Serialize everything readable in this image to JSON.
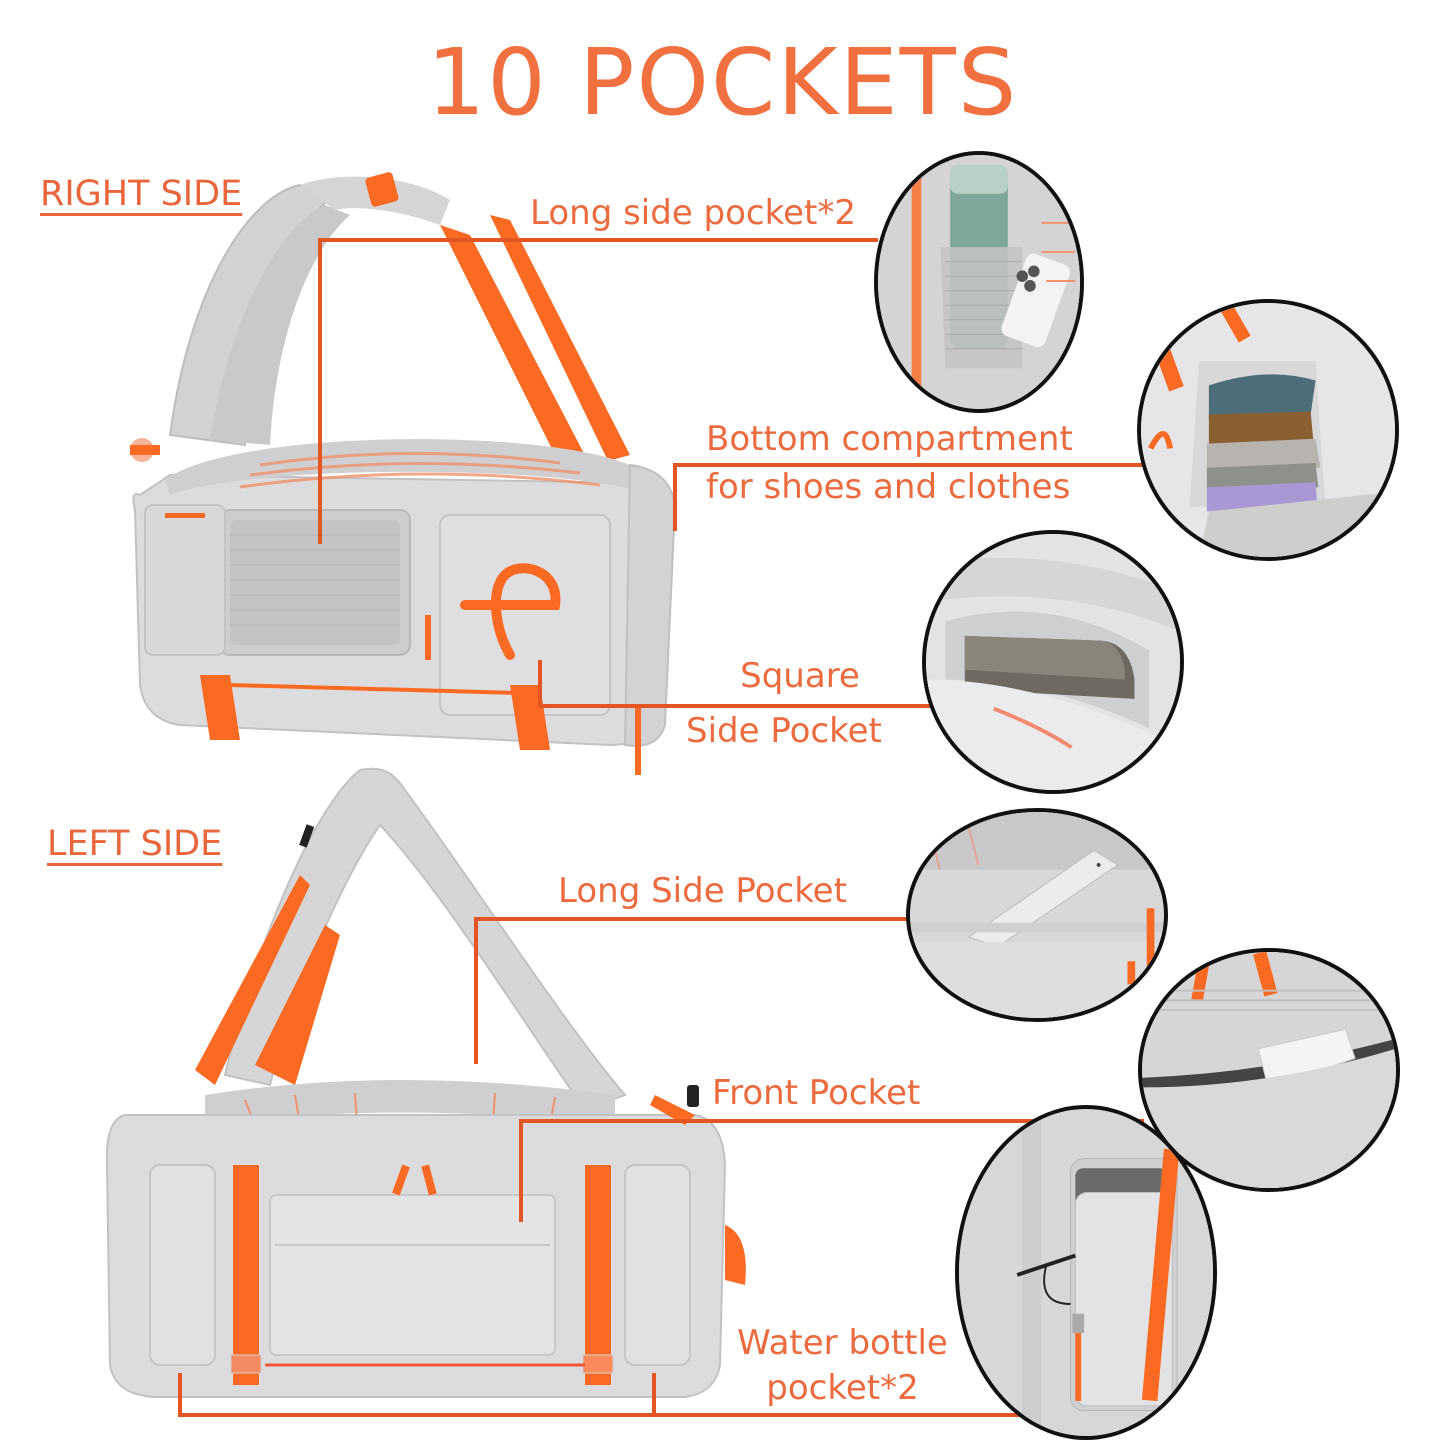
{
  "header": {
    "title": "10 POCKETS"
  },
  "colors": {
    "accent": "#f0703f",
    "callout_line": "#e35624",
    "bag_gray": "#d9d9db",
    "strap_orange": "#fb6a23",
    "inset_border": "#111111"
  },
  "right_side": {
    "label": "RIGHT SIDE",
    "callouts": [
      {
        "id": "long-side-pocket-2",
        "text": "Long side pocket*2"
      },
      {
        "id": "bottom-compartment",
        "line1": "Bottom compartment",
        "line2": "for shoes and clothes"
      },
      {
        "id": "square-side-pocket",
        "line1": "Square",
        "line2": "Side Pocket"
      }
    ],
    "insets": [
      {
        "id": "inset-long-side-pocket",
        "depicts": "water bottle and phone in mesh side pocket"
      },
      {
        "id": "inset-bottom-compartment",
        "depicts": "folded clothes in bottom compartment"
      },
      {
        "id": "inset-square-side-pocket",
        "depicts": "lunch box in square side pocket"
      }
    ]
  },
  "left_side": {
    "label": "LEFT SIDE",
    "callouts": [
      {
        "id": "long-side-pocket",
        "text": "Long Side Pocket"
      },
      {
        "id": "front-pocket",
        "text": "Front Pocket"
      },
      {
        "id": "water-bottle-pocket-2",
        "line1": "Water bottle",
        "line2": "pocket*2"
      }
    ],
    "insets": [
      {
        "id": "inset-long-side-pocket-left",
        "depicts": "tablet in long side pocket"
      },
      {
        "id": "inset-front-pocket",
        "depicts": "power bank in front pocket"
      },
      {
        "id": "inset-water-bottle-pocket",
        "depicts": "small pouch water bottle pocket with earphones"
      }
    ]
  }
}
